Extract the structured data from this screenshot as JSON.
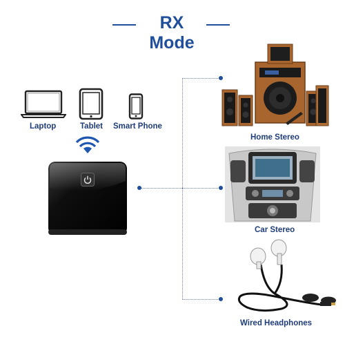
{
  "title": "RX Mode",
  "sources": {
    "laptop": "Laptop",
    "tablet": "Tablet",
    "phone": "Smart Phone"
  },
  "outputs": {
    "home_stereo": "Home Stereo",
    "car_stereo": "Car Stereo",
    "headphones": "Wired Headphones"
  },
  "colors": {
    "accent": "#1f4e9a",
    "device": "#0a0a0a",
    "wood": "#a8652e"
  },
  "icons": [
    "laptop-icon",
    "tablet-icon",
    "smartphone-icon",
    "wireless-signal-icon",
    "power-icon"
  ]
}
